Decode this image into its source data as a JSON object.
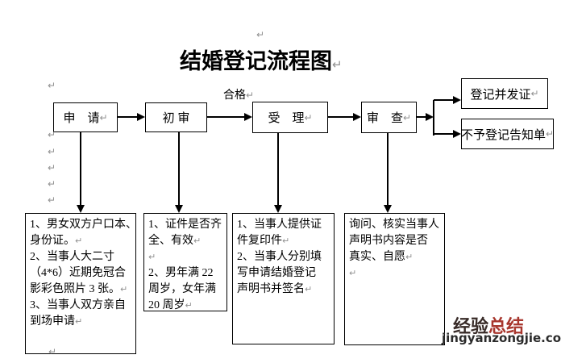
{
  "glyphs": {
    "pilcrow": "↵"
  },
  "title": {
    "text": "结婚登记流程图"
  },
  "flow": {
    "qualified_label": "合格",
    "steps": [
      {
        "label": "申　请"
      },
      {
        "label": "初 审"
      },
      {
        "label": "受　理"
      },
      {
        "label": "审　查"
      }
    ],
    "outcomes": [
      {
        "label": "登记并发证"
      },
      {
        "label": "不予登记告知单"
      }
    ]
  },
  "details": [
    {
      "lines": [
        {
          "t": "1、男女双方户口本、",
          "p": false
        },
        {
          "t": "身份证。",
          "p": true
        },
        {
          "t": "2、当事人大二寸",
          "p": false
        },
        {
          "t": "（4*6）近期免冠合",
          "p": false
        },
        {
          "t": "影彩色照片 3 张。",
          "p": true
        },
        {
          "t": "3、当事人双方亲自",
          "p": false
        },
        {
          "t": "到场申请",
          "p": true
        }
      ]
    },
    {
      "lines": [
        {
          "t": "1、证件是否齐",
          "p": false
        },
        {
          "t": "全、有效",
          "p": true
        },
        {
          "t": "",
          "p": true
        },
        {
          "t": "2、男年满 22",
          "p": false
        },
        {
          "t": "周岁，女年满",
          "p": false
        },
        {
          "t": "20 周岁",
          "p": true
        }
      ]
    },
    {
      "lines": [
        {
          "t": "1、当事人提供证",
          "p": false
        },
        {
          "t": "件复印件",
          "p": true
        },
        {
          "t": "2、当事人分别填",
          "p": false
        },
        {
          "t": "写申请结婚登记",
          "p": false
        },
        {
          "t": "声明书并签名",
          "p": true
        }
      ]
    },
    {
      "lines": [
        {
          "t": "询问、核实当事人",
          "p": false
        },
        {
          "t": "声明书内容是否",
          "p": false
        },
        {
          "t": "真实、自愿",
          "p": true
        },
        {
          "t": "",
          "p": true
        }
      ]
    }
  ],
  "watermark": {
    "brand_dark": "经验",
    "brand_red": "总结",
    "domain": "jingyanzongjie.com",
    "color_dark": "#382b28",
    "color_red": "#a8372e",
    "color_domain": "#2b2b2b"
  }
}
